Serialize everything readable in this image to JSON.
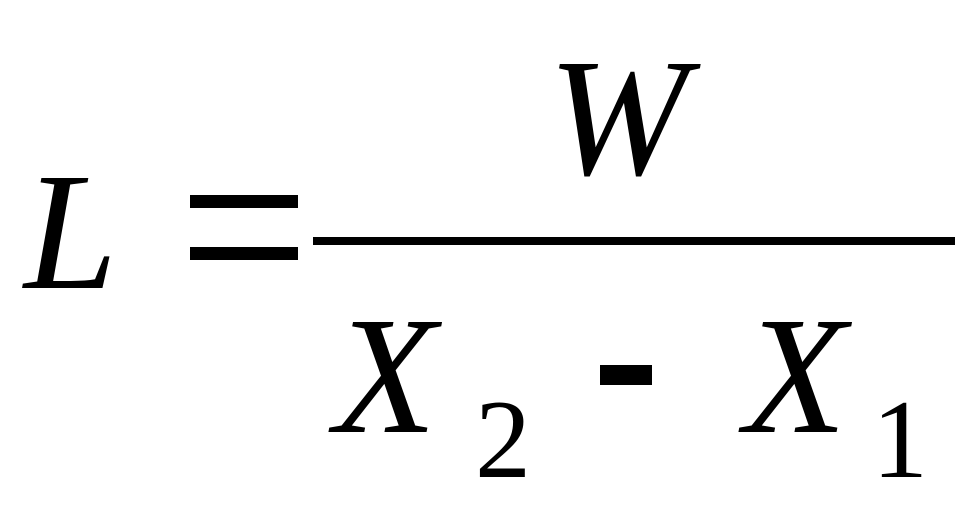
{
  "formula": {
    "lhs": "L",
    "numerator": "W",
    "denominator": {
      "term1": {
        "var": "X",
        "sub": "2"
      },
      "term2": {
        "var": "X",
        "sub": "1"
      }
    }
  }
}
